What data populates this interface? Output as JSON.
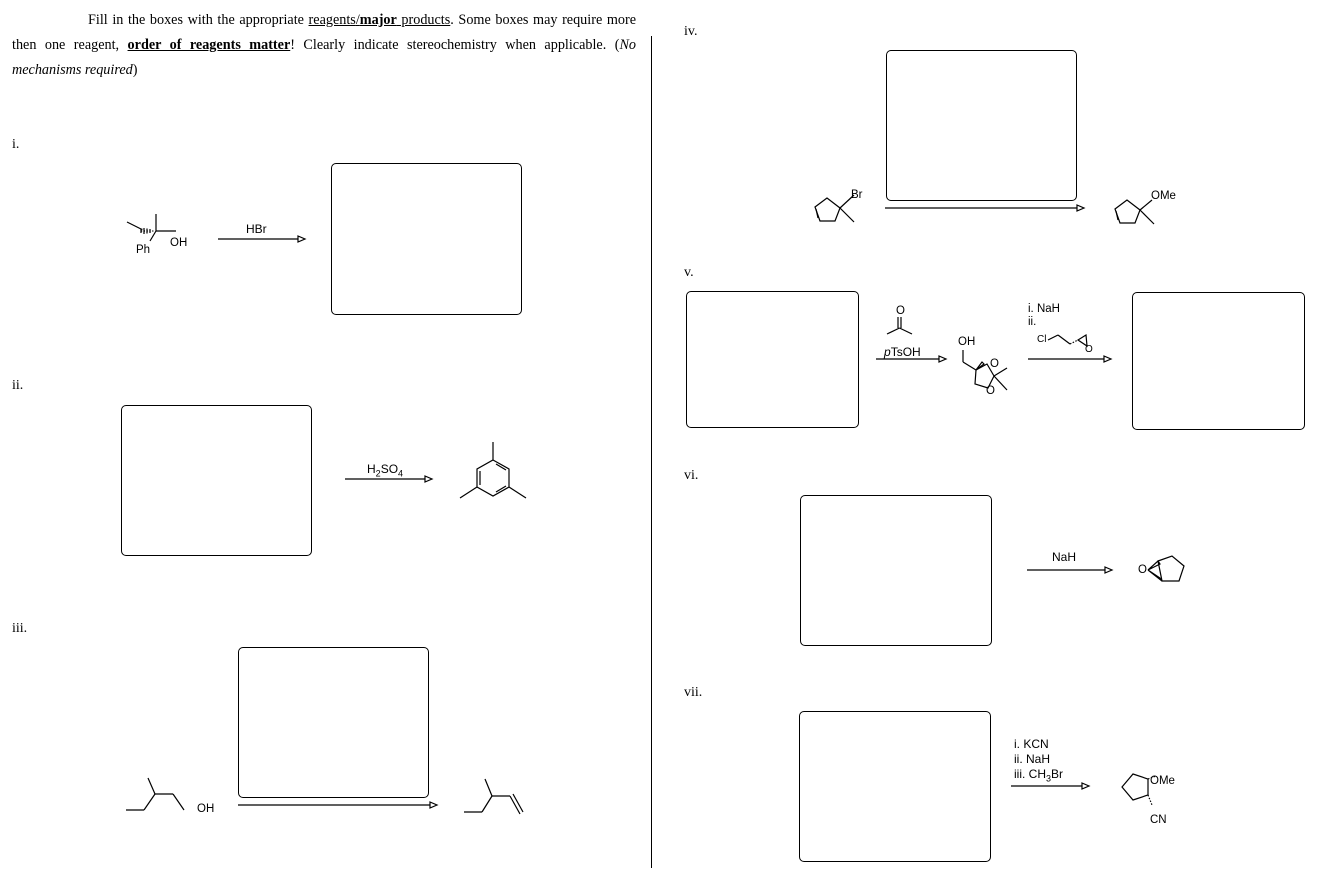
{
  "instructions": {
    "p1": "Fill in the boxes with the appropriate ",
    "reagents": "reagents",
    "slash": "/",
    "major": "major",
    "products": " products",
    "p2": ". Some boxes may require more then one reagent, ",
    "order": "order of reagents matter",
    "p3": "! Clearly indicate stereochemistry when applicable. (",
    "nomech": "No mechanisms required",
    "p4": ")"
  },
  "problems": {
    "i": {
      "label": "i.",
      "reagent": "HBr",
      "sm_ph": "Ph",
      "sm_oh": "OH"
    },
    "ii": {
      "label": "ii.",
      "reagent_h": "H",
      "reagent_sub1": "2",
      "reagent_mid": "SO",
      "reagent_sub2": "4"
    },
    "iii": {
      "label": "iii.",
      "sm_oh": "OH"
    },
    "iv": {
      "label": "iv.",
      "sm_br": "Br",
      "prod_ome": "OMe"
    },
    "v": {
      "label": "v.",
      "reagent1": "pTsOH",
      "reagent1_p": "p",
      "reagent1_rest": "TsOH",
      "int_oh": "OH",
      "int_o1": "O",
      "int_o2": "O",
      "ketone_o": "O",
      "step_i": "i. NaH",
      "step_ii": "ii.",
      "cl": "Cl",
      "epox_o": "O"
    },
    "vi": {
      "label": "vi.",
      "reagent": "NaH",
      "prod_o": "O"
    },
    "vii": {
      "label": "vii.",
      "step_i": "i.  KCN",
      "step_ii": "ii.  NaH",
      "step_iii_pre": "iii. CH",
      "step_iii_sub": "3",
      "step_iii_post": "Br",
      "prod_ome": "OMe",
      "prod_cn": "CN"
    }
  }
}
